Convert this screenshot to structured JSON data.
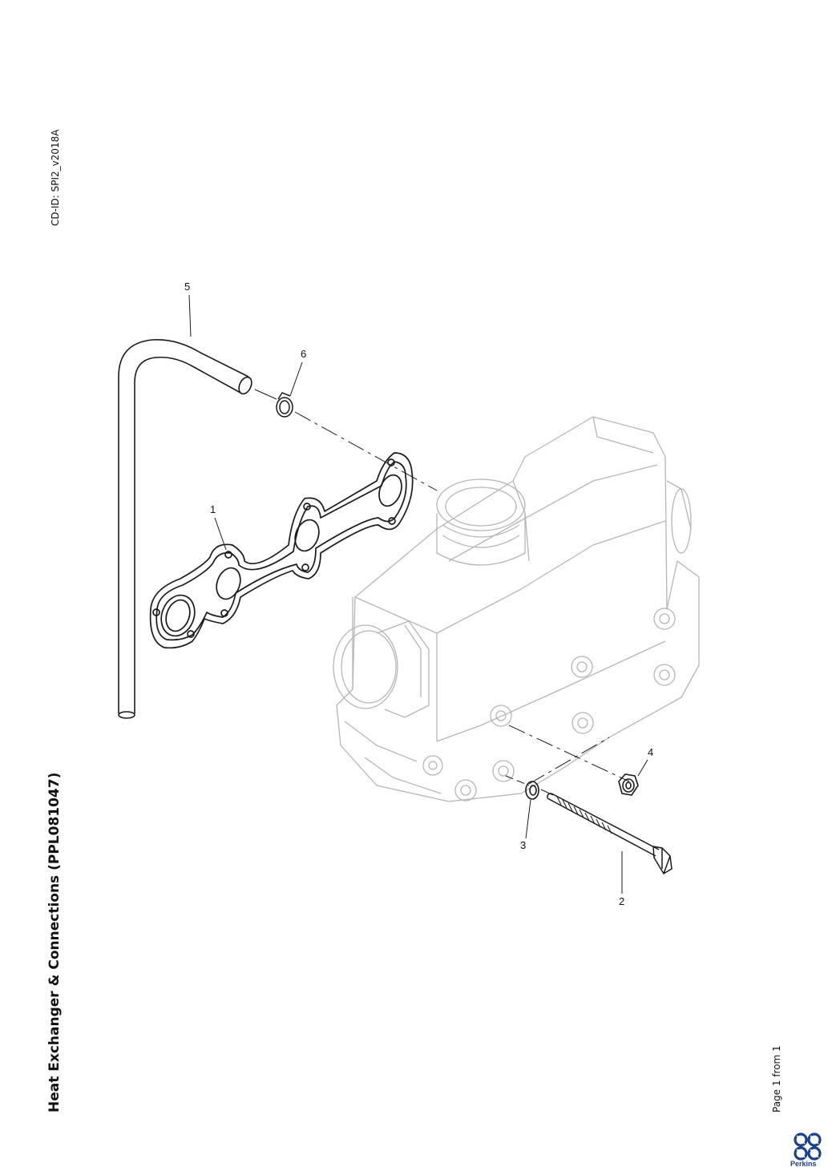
{
  "document": {
    "title": "Heat Exchanger & Connections (PPL081047)",
    "cd_id": "CD-ID: SPI2_v2018A",
    "page_info": "Page 1 from 1",
    "brand": "Perkins"
  },
  "callouts": [
    {
      "number": "1"
    },
    {
      "number": "2"
    },
    {
      "number": "3"
    },
    {
      "number": "4"
    },
    {
      "number": "5"
    },
    {
      "number": "6"
    }
  ],
  "colors": {
    "line": "#1a1a1a",
    "faint_line": "#bbbbbb",
    "brand": "#1b3f8f"
  }
}
